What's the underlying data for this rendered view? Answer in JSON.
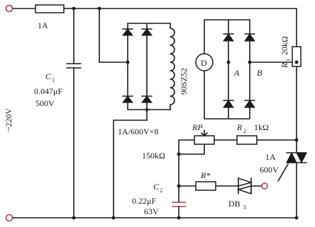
{
  "labels": {
    "fuse_rating": "1A",
    "c1_letter": "C",
    "c1_sub": "1",
    "c1_value": "0.047μF",
    "c1_voltage": "500V",
    "supply": "~220V",
    "bridge_rating": "1A/600V×8",
    "motor_model": "90SZ52",
    "motor_letter": "D",
    "node_a": "A",
    "node_b": "B",
    "r1_letter": "R",
    "r1_sub": "1",
    "r1_value": "20kΩ",
    "rp_letter": "RP",
    "r2_letter": "R",
    "r2_sub": "2",
    "r2_value": "1kΩ",
    "rp_value": "150kΩ",
    "triac_current": "1A",
    "triac_voltage": "600V",
    "rstar": "R*",
    "c2_letter": "C",
    "c2_sub": "2",
    "c2_value": "0.22μF",
    "c2_voltage": "63V",
    "db_letter": "DB",
    "db_sub": "3"
  },
  "colors": {
    "terminal_ring": "#c0304a",
    "c2_plate": "#c0304a",
    "wire": "#1a1a1a"
  }
}
